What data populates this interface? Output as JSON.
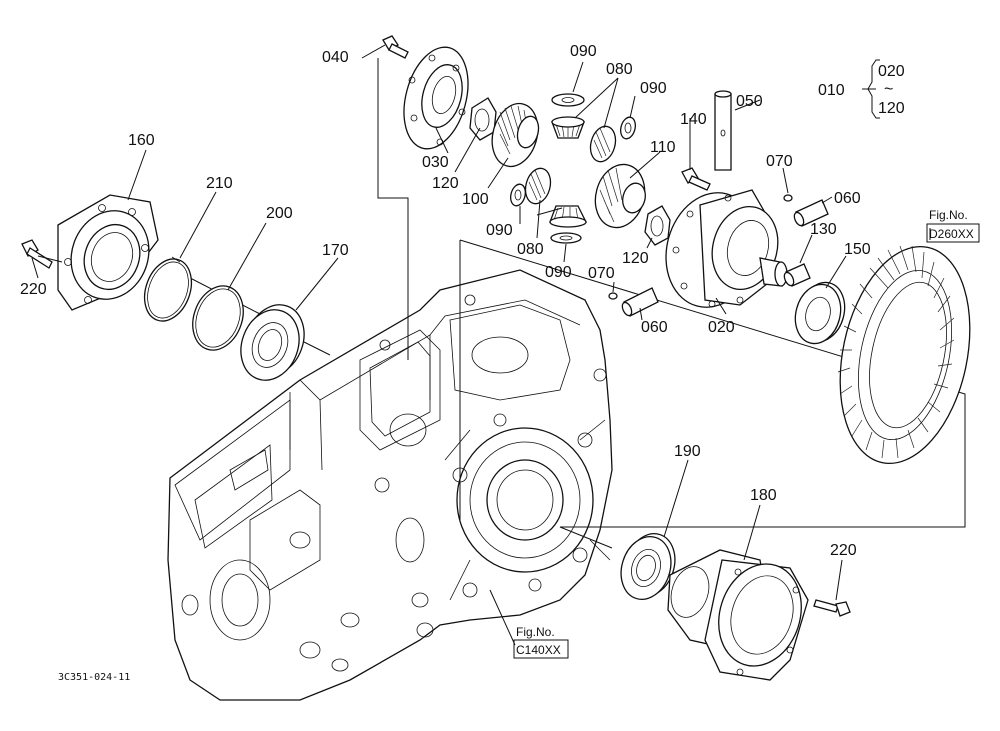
{
  "labels": {
    "p010": "010",
    "p020_range_top": "020",
    "tilde": "~",
    "p120_range_bottom": "120",
    "p020": "020",
    "p030": "030",
    "p040": "040",
    "p050": "050",
    "p060_a": "060",
    "p060_b": "060",
    "p070_a": "070",
    "p070_b": "070",
    "p080_a": "080",
    "p080_b": "080",
    "p090_a": "090",
    "p090_b": "090",
    "p090_c": "090",
    "p090_d": "090",
    "p100": "100",
    "p110": "110",
    "p120_a": "120",
    "p120_b": "120",
    "p130": "130",
    "p140": "140",
    "p150": "150",
    "p160": "160",
    "p170": "170",
    "p180": "180",
    "p190": "190",
    "p200": "200",
    "p210": "210",
    "p220_a": "220",
    "p220_b": "220"
  },
  "references": {
    "fig_d_title": "Fig.No.",
    "fig_d_code": "D260XX",
    "fig_c_title": "Fig.No.",
    "fig_c_code": "C140XX"
  },
  "drawing_code": "3C351-024-11",
  "colors": {
    "ink": "#111111",
    "paper": "#ffffff"
  }
}
